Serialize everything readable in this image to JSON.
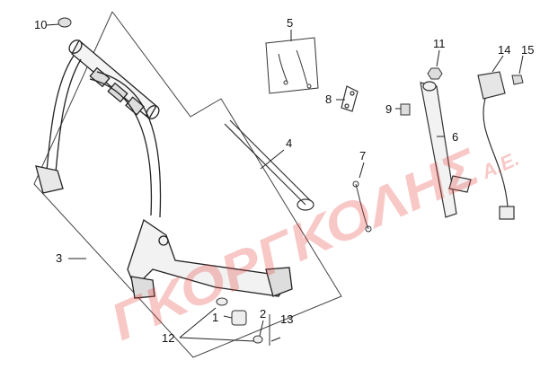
{
  "diagram": {
    "callouts": {
      "c1": "1",
      "c2": "2",
      "c3": "3",
      "c4": "4",
      "c5": "5",
      "c6": "6",
      "c7": "7",
      "c8": "8",
      "c9": "9",
      "c10": "10",
      "c11": "11",
      "c12": "12",
      "c13": "13",
      "c14": "14",
      "c15": "15"
    },
    "watermark": "ΓΚΟΡΓΚΟΛΗΣ",
    "watermark_suffix": "Α.Ε.",
    "colors": {
      "line": "#222222",
      "watermark": "#e53935"
    }
  }
}
